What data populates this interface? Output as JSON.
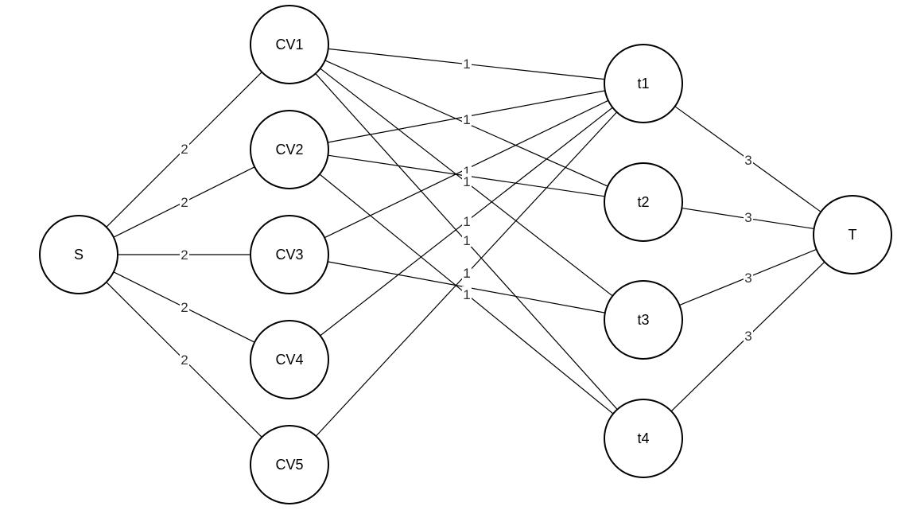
{
  "graph": {
    "nodes": [
      {
        "id": "S",
        "label": "S"
      },
      {
        "id": "CV1",
        "label": "CV1"
      },
      {
        "id": "CV2",
        "label": "CV2"
      },
      {
        "id": "CV3",
        "label": "CV3"
      },
      {
        "id": "CV4",
        "label": "CV4"
      },
      {
        "id": "CV5",
        "label": "CV5"
      },
      {
        "id": "t1",
        "label": "t1"
      },
      {
        "id": "t2",
        "label": "t2"
      },
      {
        "id": "t3",
        "label": "t3"
      },
      {
        "id": "t4",
        "label": "t4"
      },
      {
        "id": "T",
        "label": "T"
      }
    ],
    "edges": [
      {
        "from": "S",
        "to": "CV1",
        "label": "2"
      },
      {
        "from": "S",
        "to": "CV2",
        "label": "2"
      },
      {
        "from": "S",
        "to": "CV3",
        "label": "2"
      },
      {
        "from": "S",
        "to": "CV4",
        "label": "2"
      },
      {
        "from": "S",
        "to": "CV5",
        "label": "2"
      },
      {
        "from": "CV1",
        "to": "t1",
        "label": "1"
      },
      {
        "from": "CV1",
        "to": "t2",
        "label": "1"
      },
      {
        "from": "CV1",
        "to": "t3",
        "label": "1"
      },
      {
        "from": "CV1",
        "to": "t4",
        "label": "1"
      },
      {
        "from": "CV2",
        "to": "t1",
        "label": "1"
      },
      {
        "from": "CV2",
        "to": "t2",
        "label": "1"
      },
      {
        "from": "CV2",
        "to": "t4",
        "label": "1"
      },
      {
        "from": "CV3",
        "to": "t1",
        "label": "1"
      },
      {
        "from": "CV3",
        "to": "t3",
        "label": "1"
      },
      {
        "from": "CV4",
        "to": "t1",
        "label": "1"
      },
      {
        "from": "CV5",
        "to": "t1",
        "label": "1"
      },
      {
        "from": "t1",
        "to": "T",
        "label": "3"
      },
      {
        "from": "t2",
        "to": "T",
        "label": "3"
      },
      {
        "from": "t3",
        "to": "T",
        "label": "3"
      },
      {
        "from": "t4",
        "to": "T",
        "label": "3"
      }
    ]
  }
}
